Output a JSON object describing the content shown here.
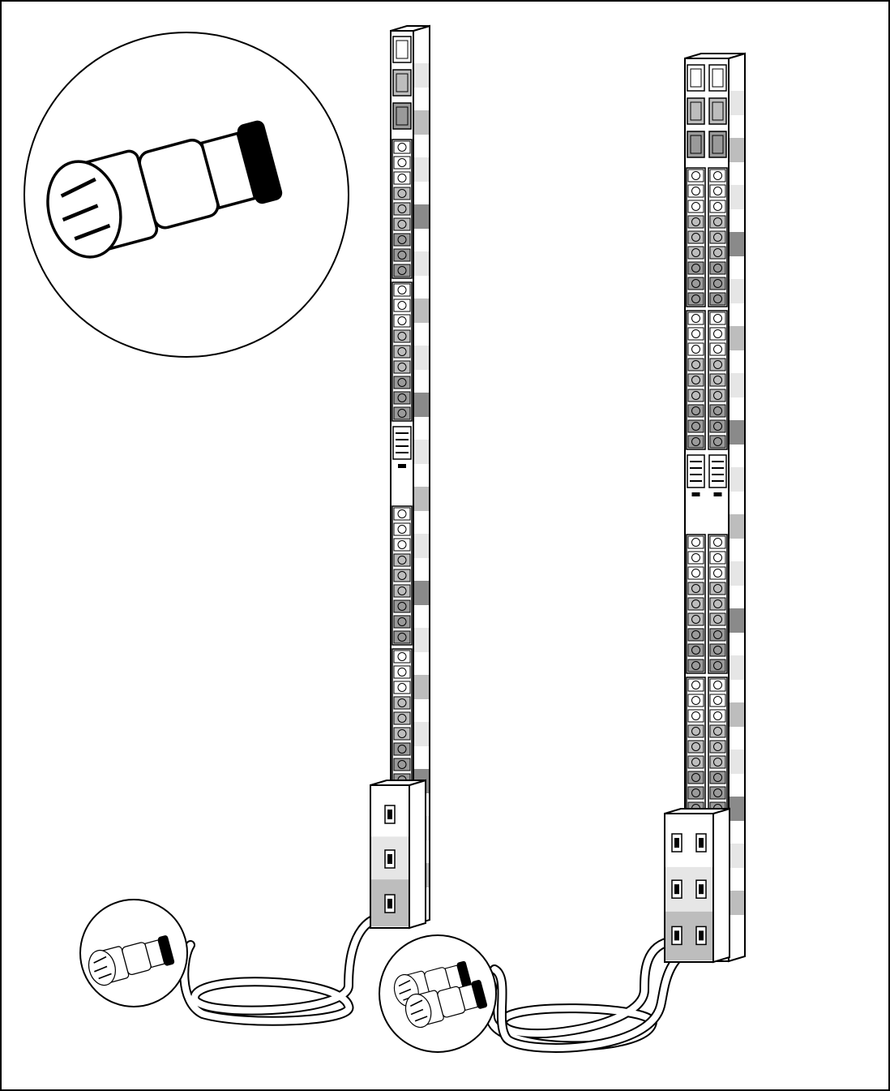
{
  "colors": {
    "line": "#000000",
    "background": "#ffffff",
    "shade_light": "#e6e6e6",
    "shade_mid": "#bdbdbd",
    "shade_dark": "#8a8a8a",
    "outlet_fill": "#9a9a9a"
  },
  "illustration": {
    "units": [
      {
        "id": "single-pdu",
        "columns": 1,
        "c19_outlets": 3,
        "c13_groups": 4,
        "c13_per_group": 9,
        "breakers": 3
      },
      {
        "id": "dual-pdu",
        "columns": 2,
        "c19_outlets": 3,
        "c13_groups": 4,
        "c13_per_group": 9,
        "breakers": 3
      }
    ]
  }
}
